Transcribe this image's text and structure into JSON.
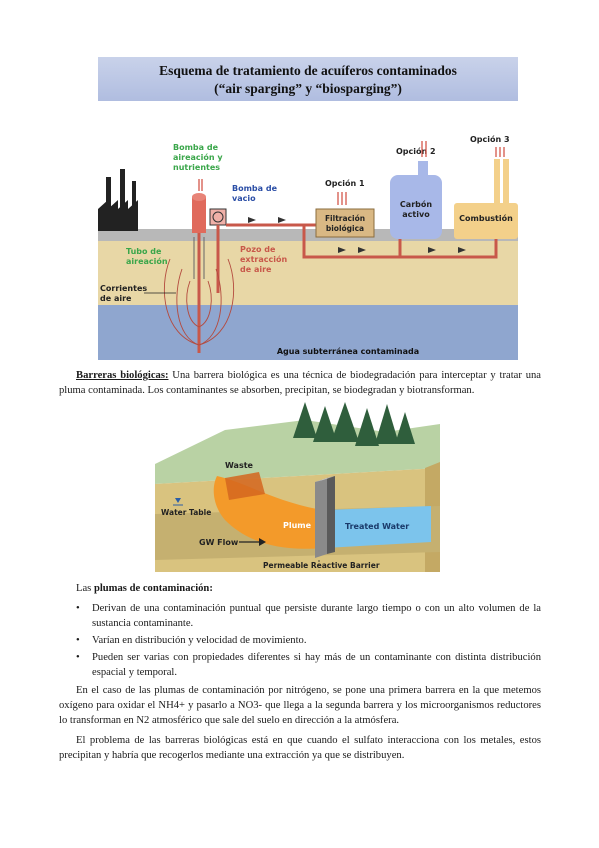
{
  "figure1": {
    "title_line1": "Esquema de tratamiento de acuíferos contaminados",
    "title_line2": "(“air sparging” y “biosparging”)",
    "label_bomba_aireacion": [
      "Bomba de",
      "aireación y",
      "nutrientes"
    ],
    "label_bomba_vacio": [
      "Bomba de",
      "vacio"
    ],
    "label_opcion1": "Opción 1",
    "label_opcion2": "Opción 2",
    "label_opcion3": "Opción 3",
    "label_filtracion": [
      "Filtración",
      "biológica"
    ],
    "label_carbon": [
      "Carbón",
      "activo"
    ],
    "label_combustion": "Combustión",
    "label_tubo": [
      "Tubo de",
      "aireación"
    ],
    "label_pozo": [
      "Pozo de",
      "extracción",
      "de aire"
    ],
    "label_corrientes": [
      "Corrientes",
      "de aire"
    ],
    "label_agua": "Agua subterránea contaminada"
  },
  "para1": {
    "lead": "Barreras biológicas:",
    "text": " Una barrera biológica es una técnica de biodegradación para interceptar y tratar una pluma contaminada. Los contaminantes se absorben, precipitan, se biodegradan y biotransforman."
  },
  "figure2": {
    "label_waste": "Waste",
    "label_water_table": "Water Table",
    "label_plume": "Plume",
    "label_treated": "Treated Water",
    "label_gw_flow": "GW Flow",
    "label_barrier": "Permeable Reactive Barrier"
  },
  "plumas": {
    "prefix": "Las ",
    "bold": "plumas de contaminación:",
    "items": [
      "Derivan de una contaminación puntual que persiste durante largo tiempo o con un alto volumen de la sustancia contaminante.",
      "Varían en distribución y velocidad de movimiento.",
      "Pueden ser varias con propiedades diferentes si hay más de un contaminante con distinta distribución espacial y temporal."
    ]
  },
  "para2": "En el caso de las plumas de contaminación por nitrógeno, se pone una primera barrera en la que metemos oxígeno para oxidar el NH4+ y pasarlo a NO3- que llega a la segunda barrera y los microorganismos reductores lo transforman en N2 atmosférico que sale del suelo en dirección a la atmósfera.",
  "para3": "El problema de las barreras biológicas está en que cuando el sulfato interacciona con los metales, estos precipitan y habría que recogerlos mediante una extracción ya que se distribuyen."
}
